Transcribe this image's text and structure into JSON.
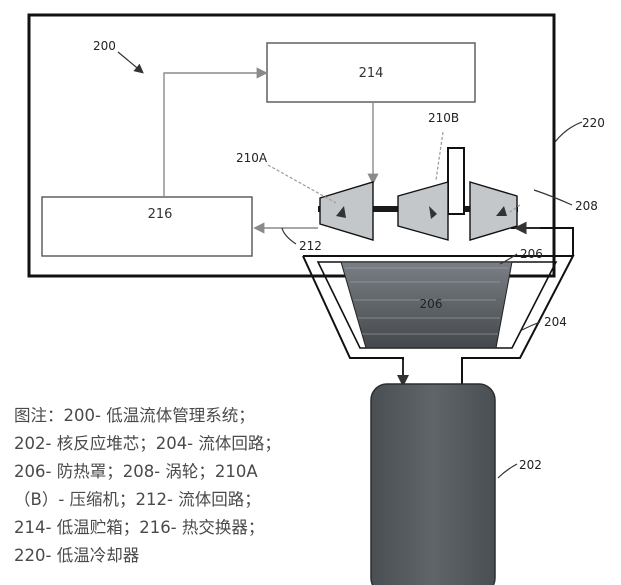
{
  "diagram": {
    "labels": {
      "system": "200",
      "storage": "214",
      "heat_exchanger": "216",
      "turbine_a": "210A",
      "turbine_b": "210B",
      "cooler": "220",
      "turbine": "208",
      "fluid_loop_212": "212",
      "heat_shield_top": "206",
      "heat_shield": "206",
      "fluid_loop_204": "204",
      "reactor": "202"
    },
    "colors": {
      "line": "#111111",
      "flow_arrow": "#9a9a9a",
      "turbine_fill": "#bfc3c6",
      "shield_fill": "#5c6066",
      "reactor_fill": "#565b60"
    }
  },
  "legend": {
    "lines": [
      "图注：200- 低温流体管理系统；",
      "202- 核反应堆芯；204- 流体回路；",
      "206- 防热罩；208- 涡轮；210A",
      "（B）- 压缩机；212- 流体回路；",
      "214- 低温贮箱；216- 热交换器；",
      "220- 低温冷却器"
    ]
  }
}
